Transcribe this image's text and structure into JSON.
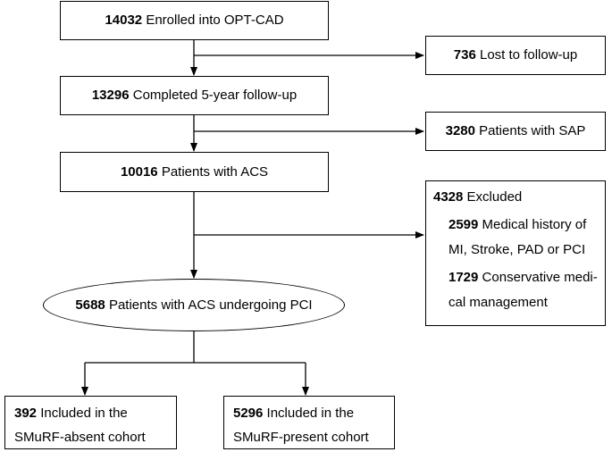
{
  "enrolled": {
    "number": "14032",
    "text": "Enrolled into OPT-CAD"
  },
  "lost": {
    "number": "736",
    "text": "Lost to follow-up"
  },
  "completed": {
    "number": "13296",
    "text": "Completed 5-year follow-up"
  },
  "sap": {
    "number": "3280",
    "text": "Patients with SAP"
  },
  "acs": {
    "number": "10016",
    "text": "Patients with ACS"
  },
  "excluded": {
    "number": "4328",
    "text": "Excluded",
    "items": [
      {
        "number": "2599",
        "line1": "Medical history of",
        "line2_bold": "MI,",
        "line2": "Stroke, PAD or PCI"
      },
      {
        "number": "1729",
        "line1": "Conservative medi-",
        "line2": "cal management"
      }
    ]
  },
  "pci": {
    "number": "5688",
    "text": "Patients with ACS undergoing PCI"
  },
  "absent": {
    "number": "392",
    "line1": "Included in the",
    "line2": "SMuRF-absent cohort"
  },
  "present": {
    "number": "5296",
    "line1": "Included in the",
    "line2": "SMuRF-present cohort"
  }
}
